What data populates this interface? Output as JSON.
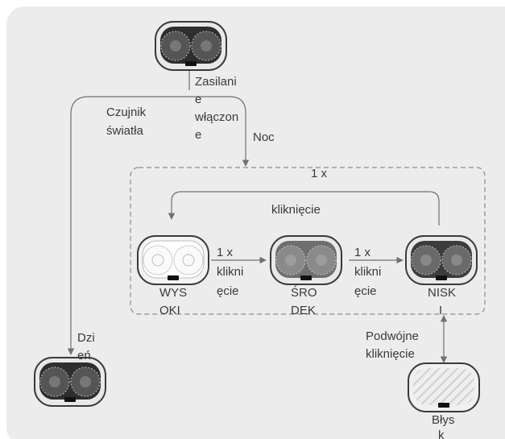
{
  "labels": {
    "power_on_line1": "Zasilani",
    "power_on_line2": "e",
    "power_on_line3": "włączon",
    "power_on_line4": "e",
    "light_sensor_line1": "Czujnik",
    "light_sensor_line2": "światła",
    "night": "Noc",
    "day_line1": "Dzi",
    "day_line2": "eń",
    "group_click_line1": "1 x",
    "group_click_line2": "kliknięcie",
    "click1_line1": "1 x",
    "click1_line2": "klikni",
    "click1_line3": "ęcie",
    "click2_line1": "1 x",
    "click2_line2": "klikni",
    "click2_line3": "ęcie",
    "high_line1": "WYS",
    "high_line2": "OKI",
    "mid_line1": "ŚRO",
    "mid_line2": "DEK",
    "low_line1": "NISK",
    "low_line2": "I",
    "double_line1": "Podwójne",
    "double_line2": "kliknięcie",
    "flash_line1": "Błys",
    "flash_line2": "k"
  },
  "colors": {
    "panel": "#ececec",
    "line": "#707070",
    "device_dark": "#3a3a3a",
    "device_body": "#e8e8e8"
  },
  "devices": [
    {
      "name": "device-top-icon",
      "state": "off"
    },
    {
      "name": "device-high-icon",
      "state": "high"
    },
    {
      "name": "device-mid-icon",
      "state": "medium"
    },
    {
      "name": "device-low-icon",
      "state": "low"
    },
    {
      "name": "device-day-icon",
      "state": "off"
    },
    {
      "name": "device-flash-icon",
      "state": "flash"
    }
  ]
}
